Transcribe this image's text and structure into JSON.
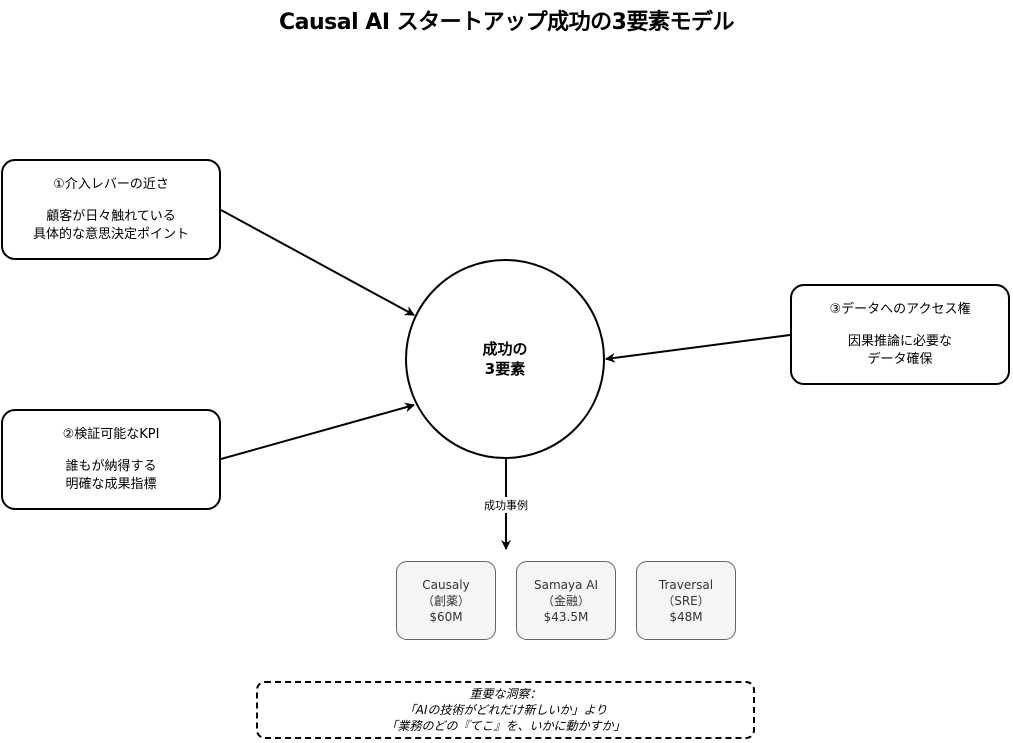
{
  "title": "Causal AI スタートアップ成功の3要素モデル",
  "center": {
    "line1": "成功の",
    "line2": "3要素"
  },
  "factors": [
    {
      "heading": "①介入レバーの近さ",
      "line1": "顧客が日々触れている",
      "line2": "具体的な意思決定ポイント"
    },
    {
      "heading": "②検証可能なKPI",
      "line1": "誰もが納得する",
      "line2": "明確な成果指標"
    },
    {
      "heading": "③データへのアクセス権",
      "line1": "因果推論に必要な",
      "line2": "データ確保"
    }
  ],
  "edge_label": "成功事例",
  "cases": [
    {
      "name": "Causaly",
      "field": "（創薬）",
      "funding": "$60M"
    },
    {
      "name": "Samaya AI",
      "field": "（金融）",
      "funding": "$43.5M"
    },
    {
      "name": "Traversal",
      "field": "（SRE）",
      "funding": "$48M"
    }
  ],
  "insight": {
    "line1": "重要な洞察：",
    "line2": "「AIの技術がどれだけ新しいか」より",
    "line3": "「業務のどの『てこ』を、いかに動かすか」"
  }
}
